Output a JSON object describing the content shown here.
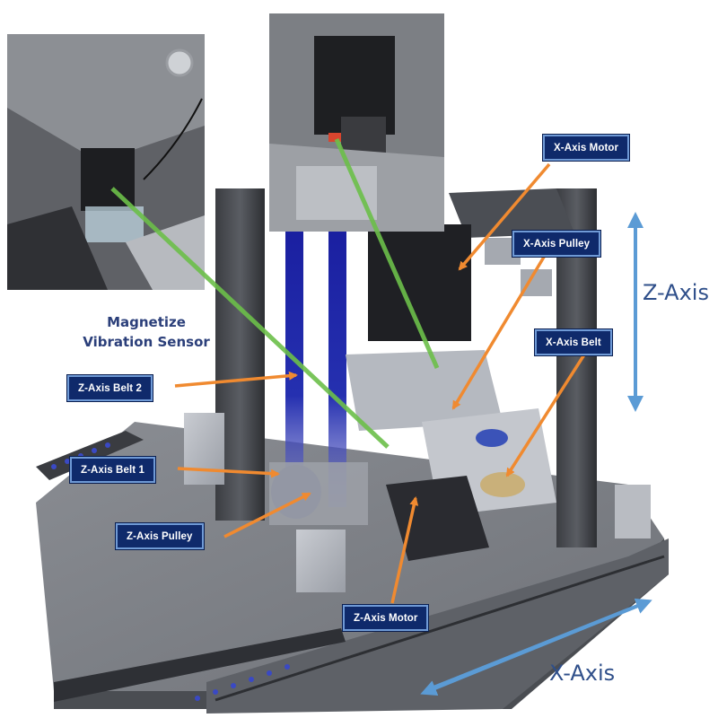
{
  "labels": {
    "x_axis_motor": "X-Axis Motor",
    "x_axis_pulley": "X-Axis Pulley",
    "x_axis_belt": "X-Axis Belt",
    "z_axis_belt_2": "Z-Axis Belt 2",
    "z_axis_belt_1": "Z-Axis Belt 1",
    "z_axis_pulley": "Z-Axis Pulley",
    "z_axis_motor": "Z-Axis Motor"
  },
  "sensor": {
    "line1": "Magnetize",
    "line2": "Vibration Sensor"
  },
  "axes": {
    "z": "Z-Axis",
    "x": "X-Axis"
  },
  "colors": {
    "tag_bg": "#0f2a6b",
    "tag_border": "#6f9ad6",
    "callout_arrow": "#f08a30",
    "sensor_line": "#6cbf4a",
    "axis_arrow": "#5b9bd5",
    "belt": "#1e2a9a"
  },
  "icons": {
    "callout": "orange-arrow",
    "axis": "double-headed-arrow"
  }
}
